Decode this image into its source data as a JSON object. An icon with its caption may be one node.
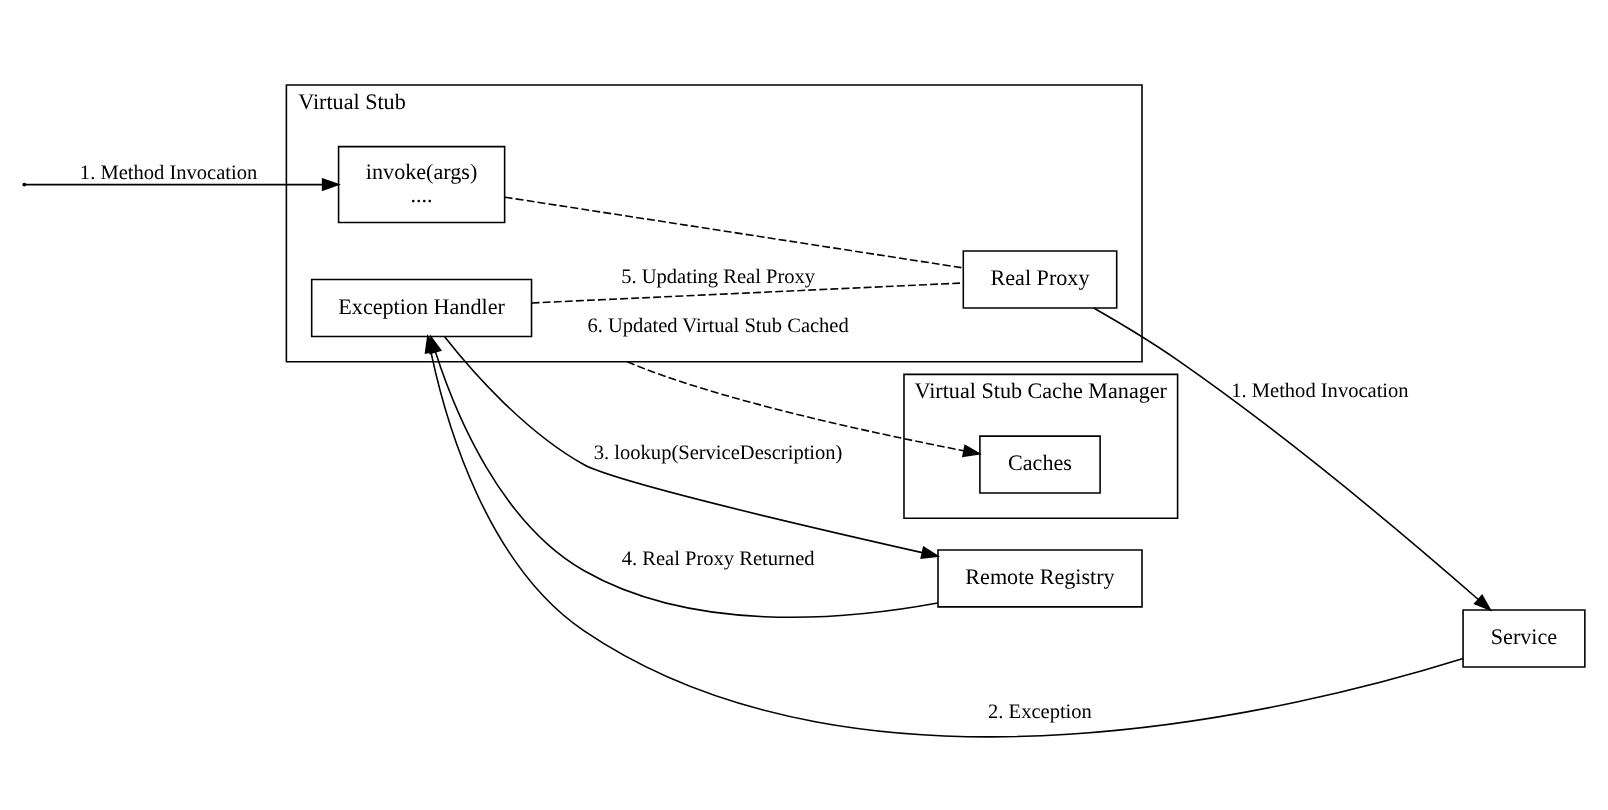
{
  "diagram": {
    "nodes": [
      {
        "text": [
          "Virtual Stub"
        ]
      },
      {
        "text": [
          "invoke(args)",
          "...."
        ],
        "in": 0
      },
      {
        "text": [
          "Real Proxy"
        ],
        "in": 0
      },
      {
        "text": [
          "Exception Handler"
        ],
        "in": 0
      },
      {
        "text": [
          "Virtual Stub Cache Manager"
        ]
      },
      {
        "text": [
          "Caches"
        ],
        "in": 4
      },
      {
        "text": [
          "Service"
        ]
      },
      {
        "text": [
          "Remote Registry"
        ]
      }
    ],
    "edges": [
      {
        "from": null,
        "to": 1,
        "arrow": "to",
        "label": "1. Method Invocation"
      },
      {
        "from": 1,
        "to": 2,
        "arrow": "none",
        "style": "dashed"
      },
      {
        "from": 2,
        "to": 6,
        "arrow": "to",
        "label": "1. Method Invocation"
      },
      {
        "from": 6,
        "to": 3,
        "arrow": "to",
        "label": "2. Exception"
      },
      {
        "from": 3,
        "to": 7,
        "arrow": "to",
        "label": "3. lookup(ServiceDescription)"
      },
      {
        "from": 7,
        "to": 3,
        "arrow": "to",
        "label": "4. Real Proxy Returned"
      },
      {
        "from": 3,
        "to": 2,
        "arrow": "none",
        "style": "dashed",
        "label": "5. Updating Real Proxy"
      },
      {
        "from": 0,
        "to": 5,
        "arrow": "to",
        "style": "dashed",
        "label": "6. Updated Virtual Stub Cached"
      }
    ]
  }
}
